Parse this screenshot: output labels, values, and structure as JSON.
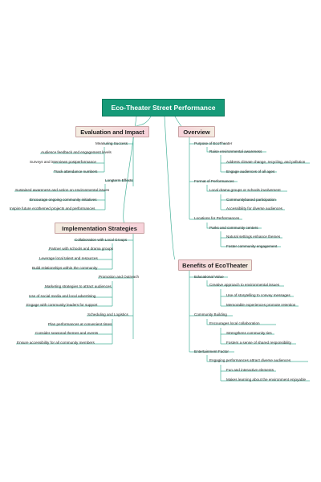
{
  "root": "Eco-Theater Street Performance",
  "left": {
    "evaluation": {
      "title": "Evaluation and Impact",
      "measuring": "Measuring Success",
      "m1": "Audience feedback and engagement levels",
      "m2": "Surveys and interviews postperformance",
      "m3": "Track attendance numbers",
      "longterm": "Longterm Effects",
      "l1": "Sustained awareness and action on environmental issues",
      "l2": "Encourage ongoing community initiatives",
      "l3": "Inspire future ecothemed projects and performances"
    },
    "implementation": {
      "title": "Implementation Strategies",
      "collab": "Collaboration with Local Groups",
      "c1": "Partner with schools and drama groups",
      "c2": "Leverage local talent and resources",
      "c3": "Build relationships within the community",
      "promo": "Promotion and Outreach",
      "p1": "Marketing strategies to attract audiences",
      "p2": "Use of social media and local advertising",
      "p3": "Engage with community leaders for support",
      "sched": "Scheduling and Logistics",
      "s1": "Plan performances at convenient times",
      "s2": "Consider seasonal themes and events",
      "s3": "Ensure accessibility for all community members"
    }
  },
  "right": {
    "overview": {
      "title": "Overview",
      "purpose": "Purpose of EcoTheater",
      "raise": "Raise environmental awareness",
      "r1": "Address climate change, recycling, and pollution",
      "r2": "Engage audiences of all ages",
      "format": "Format of Performances",
      "local": "Local drama groups or schools involvement",
      "f1": "Communitybased participation",
      "f2": "Accessibility for diverse audiences",
      "locations": "Locations for Performances",
      "parks": "Parks and community centers",
      "n1": "Natural settings enhance themes",
      "n2": "Foster community engagement"
    },
    "benefits": {
      "title": "Benefits of EcoTheater",
      "edu": "Educational Value",
      "creative": "Creative approach to environmental issues",
      "e1": "Use of storytelling to convey messages",
      "e2": "Memorable experiences promote retention",
      "cb": "Community Building",
      "encourage": "Encourages local collaboration",
      "b1": "Strengthens community ties",
      "b2": "Fosters a sense of shared responsibility",
      "ent": "Entertainment Factor",
      "engaging": "Engaging performances attract diverse audiences",
      "x1": "Fun and interactive elements",
      "x2": "Makes learning about the environment enjoyable"
    }
  }
}
